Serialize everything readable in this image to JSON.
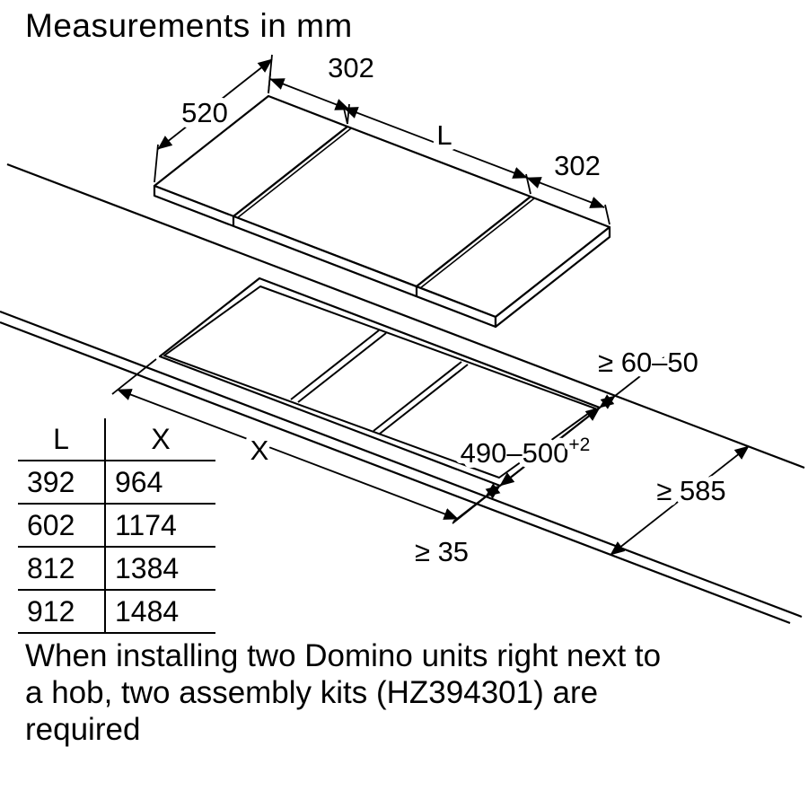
{
  "title": "Measurements in mm",
  "dimensions": {
    "hob_depth": "520",
    "domino_width_left": "302",
    "hob_width": "L",
    "domino_width_right": "302",
    "rear_clearance": "≥ 60–50",
    "cutout_depth_base": "490–500",
    "cutout_depth_tolerance": "+2",
    "worktop_depth_min": "≥ 585",
    "front_clearance_min": "≥ 35",
    "cutout_width": "X"
  },
  "table": {
    "headers": [
      "L",
      "X"
    ],
    "rows": [
      [
        "392",
        "964"
      ],
      [
        "602",
        "1174"
      ],
      [
        "812",
        "1384"
      ],
      [
        "912",
        "1484"
      ]
    ]
  },
  "note_lines": [
    "When installing two Domino units right next to",
    "a hob, two assembly kits (HZ394301) are",
    "required"
  ]
}
